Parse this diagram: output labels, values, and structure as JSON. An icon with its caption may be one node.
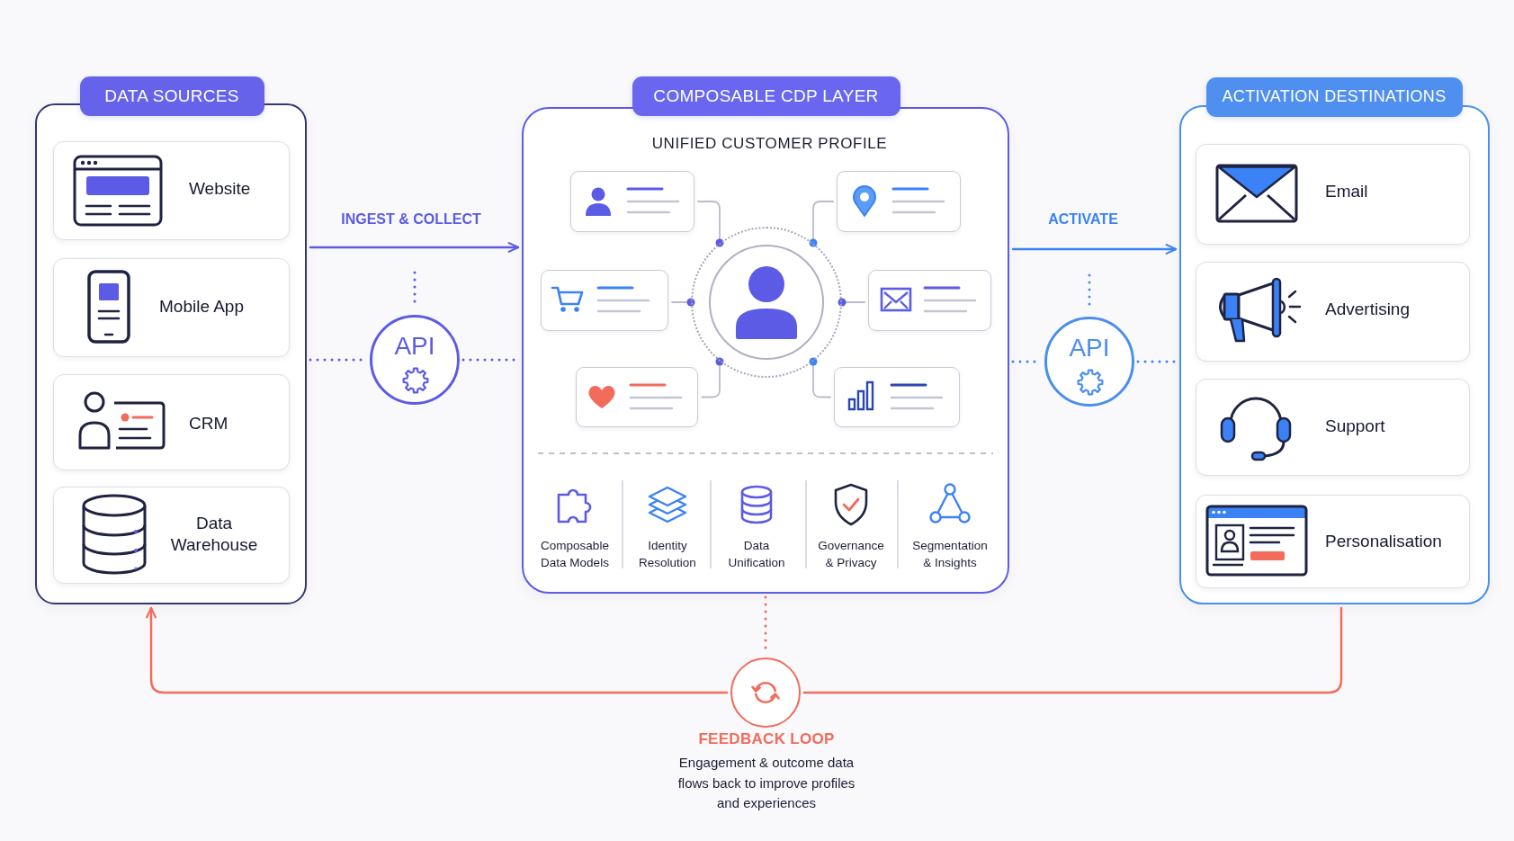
{
  "diagram": {
    "nodes": [
      {
        "text": [
          "DATA SOURCES"
        ]
      },
      {
        "text": [
          "Website"
        ],
        "in": 0
      },
      {
        "text": [
          "Mobile App"
        ],
        "in": 0
      },
      {
        "text": [
          "CRM"
        ],
        "in": 0
      },
      {
        "text": [
          "Data Warehouse"
        ],
        "in": 0
      },
      {
        "text": [
          "API"
        ]
      },
      {
        "text": [
          "COMPOSABLE CDP LAYER",
          "UNIFIED CUSTOMER PROFILE"
        ]
      },
      {
        "text": [],
        "shape": "box",
        "in": 6
      },
      {
        "text": [],
        "shape": "box",
        "in": 6
      },
      {
        "text": [],
        "shape": "box",
        "in": 6
      },
      {
        "text": [],
        "shape": "circle",
        "in": 6
      },
      {
        "text": [],
        "shape": "box",
        "in": 6
      },
      {
        "text": [],
        "shape": "box",
        "in": 6
      },
      {
        "text": [],
        "shape": "box",
        "in": 6
      },
      {
        "text": [
          "API"
        ]
      },
      {
        "text": [
          "ACTIVATION DESTINATIONS"
        ]
      },
      {
        "text": [
          "Email"
        ],
        "in": 15
      },
      {
        "text": [
          "Advertising"
        ],
        "in": 15
      },
      {
        "text": [
          "Support"
        ],
        "in": 15
      },
      {
        "text": [
          "Personalisation"
        ],
        "in": 15
      },
      {
        "text": [],
        "shape": "circle",
        "beside": [
          "FEEDBACK LOOP",
          "Engagement & outcome data flows back to improve profiles and experiences"
        ]
      }
    ],
    "edges": [
      {
        "from": 0,
        "to": 6,
        "arrow": "to",
        "label": "INGEST & COLLECT",
        "color": "#5b5be6"
      },
      {
        "from": 0,
        "to": 5,
        "arrow": "none",
        "style": "dashed",
        "color": "#5b5be6"
      },
      {
        "from": 5,
        "to": 6,
        "arrow": "none",
        "style": "dashed",
        "color": "#5b5be6"
      },
      {
        "from": 7,
        "to": 10,
        "arrow": "other"
      },
      {
        "from": 8,
        "to": 10,
        "arrow": "other"
      },
      {
        "from": 9,
        "to": 10,
        "arrow": "other"
      },
      {
        "from": 11,
        "to": 10,
        "arrow": "other"
      },
      {
        "from": 12,
        "to": 10,
        "arrow": "other"
      },
      {
        "from": 13,
        "to": 10,
        "arrow": "other"
      },
      {
        "from": 6,
        "to": 15,
        "arrow": "to",
        "label": "ACTIVATE",
        "color": "#3b82f6"
      },
      {
        "from": 6,
        "to": 14,
        "arrow": "none",
        "style": "dashed",
        "color": "#3b82f6"
      },
      {
        "from": 14,
        "to": 15,
        "arrow": "none",
        "style": "dashed",
        "color": "#3b82f6"
      },
      {
        "from": 6,
        "to": 20,
        "arrow": "none",
        "style": "dashed",
        "color": "#f26b5b"
      },
      {
        "from": 15,
        "to": 20,
        "arrow": "none",
        "color": "#f26b5b"
      },
      {
        "from": 20,
        "to": 0,
        "arrow": "to",
        "color": "#f26b5b"
      }
    ],
    "labels": [
      "Composable Data Models",
      "Identity Resolution",
      "Data Unification",
      "Governance & Privacy",
      "Segmentation & Insights"
    ]
  }
}
